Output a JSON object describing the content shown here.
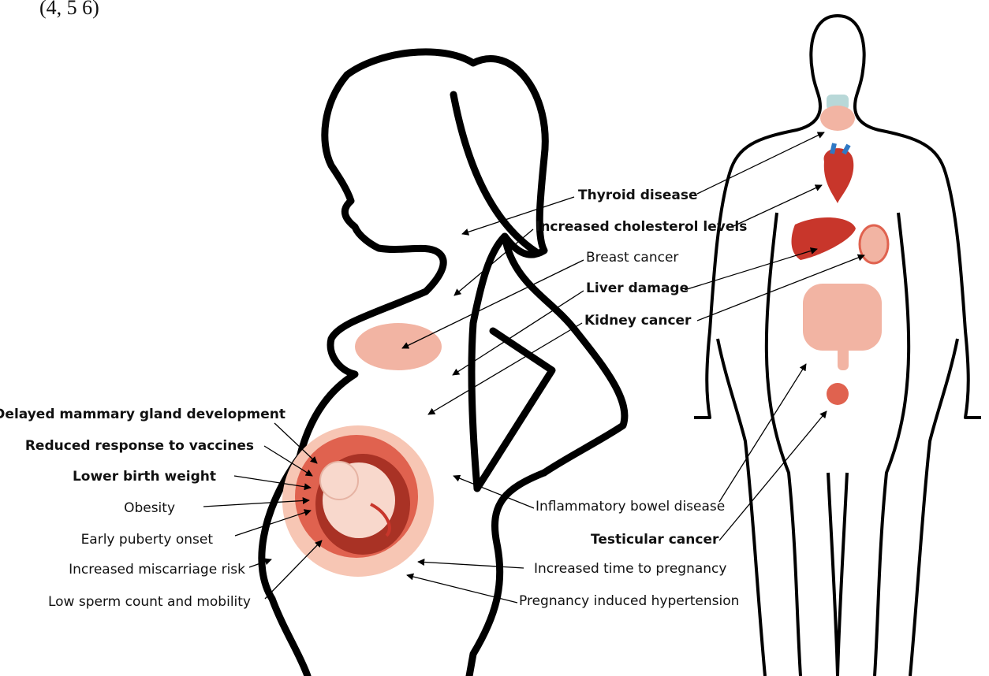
{
  "header_fragment": "(4, 5 6)",
  "colors": {
    "outline": "#000000",
    "organ_red": "#c8362b",
    "organ_pink": "#f2b4a3",
    "uterus_outer": "#f7c6b4",
    "uterus_mid": "#e0624f",
    "uterus_inner": "#a93225",
    "fetus": "#f8d8cc",
    "thyroid": "#b8d8d8",
    "heart_blue": "#2f78c4"
  },
  "pregnant_labels": {
    "delayed_mammary": "Delayed mammary gland development",
    "vaccines": "Reduced response to vaccines",
    "birth_weight": "Lower birth weight",
    "obesity": "Obesity",
    "puberty": "Early puberty onset",
    "miscarriage": "Increased miscarriage risk",
    "sperm": "Low sperm count and mobility"
  },
  "center_labels": {
    "thyroid": "Thyroid disease",
    "cholesterol": "Increased cholesterol levels",
    "breast": "Breast cancer",
    "liver": "Liver damage",
    "kidney": "Kidney cancer",
    "ibd": "Inflammatory bowel disease",
    "testicular": "Testicular cancer",
    "time_preg": "Increased time to pregnancy",
    "hypertension": "Pregnancy induced hypertension"
  }
}
